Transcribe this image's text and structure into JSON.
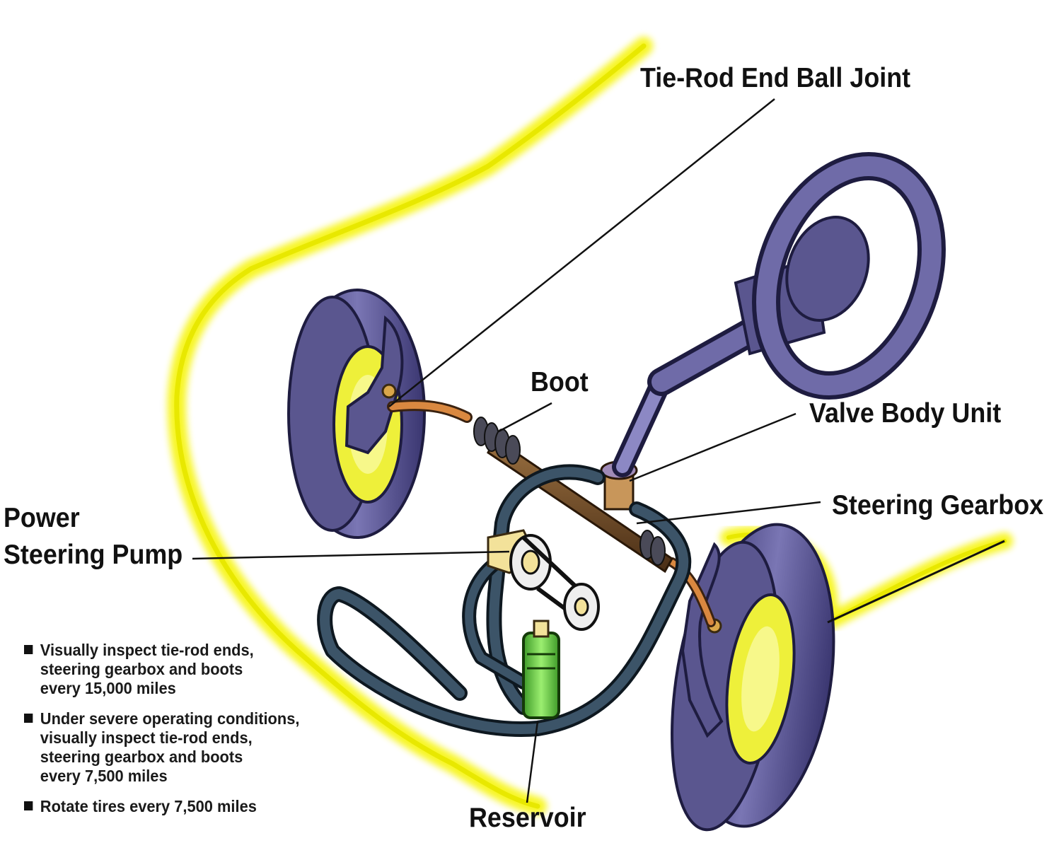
{
  "labels": {
    "tie_rod_end_ball_joint": "Tie-Rod End Ball Joint",
    "boot": "Boot",
    "valve_body_unit": "Valve Body Unit",
    "steering_gearbox": "Steering Gearbox",
    "power_steering_pump_line1": "Power",
    "power_steering_pump_line2": "Steering Pump",
    "reservoir": "Reservoir"
  },
  "notes": [
    "Visually inspect tie-rod ends,\nsteering gearbox and boots\nevery 15,000 miles",
    "Under severe operating conditions,\nvisually inspect tie-rod ends,\nsteering gearbox and boots\nevery 7,500 miles",
    "Rotate tires every 7,500 miles"
  ],
  "colors": {
    "car_outline_glow": "#f2f200",
    "background_tint": "#fbf8e0",
    "tire": "#5e5a96",
    "tire_dark": "#2f2c5c",
    "rim": "#eef03a",
    "hose": "#2b3d4e",
    "rack": "#6b4a2a",
    "tie_rod": "#d98840",
    "reservoir_fluid": "#6fd24a",
    "pump": "#f3e29a"
  }
}
